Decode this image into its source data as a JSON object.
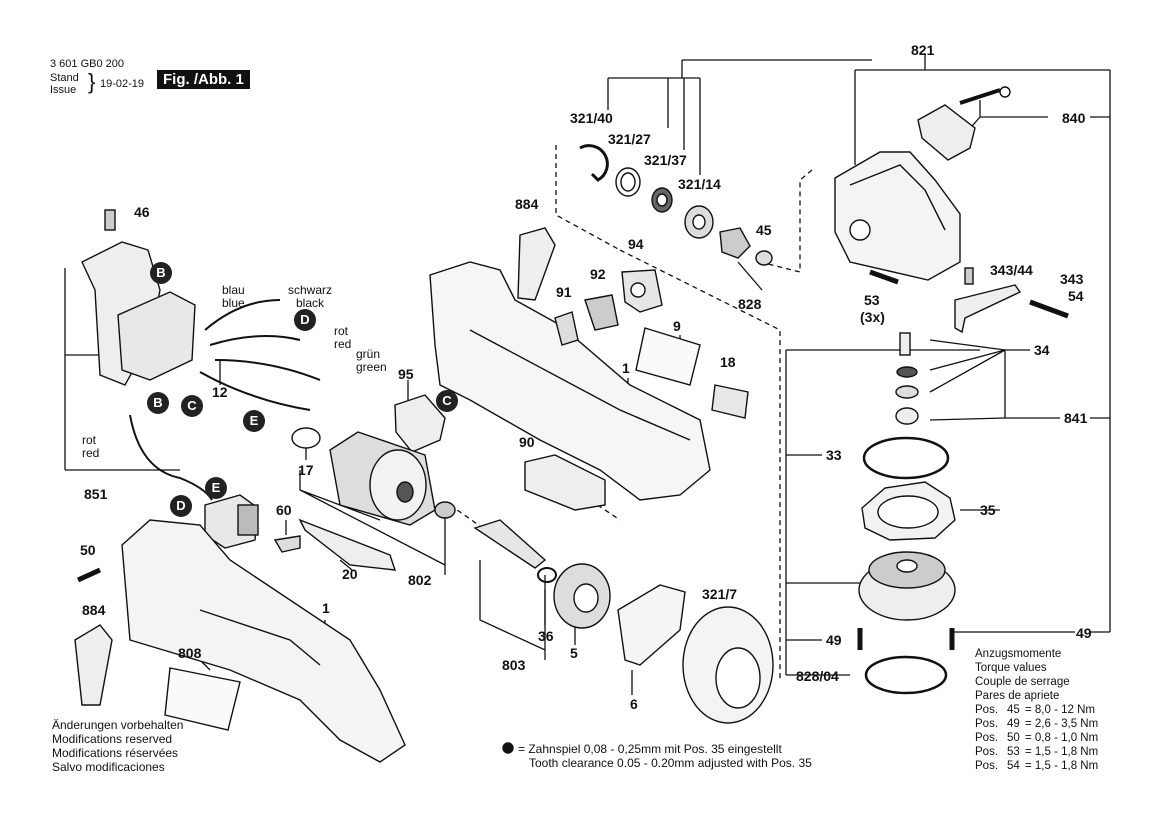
{
  "header": {
    "doc_number": "3 601 GB0 200",
    "stand_label": "Stand",
    "issue_label": "Issue",
    "date": "19-02-19",
    "figure_badge": "Fig. /Abb. 1"
  },
  "part_numbers": {
    "p821": "821",
    "p840": "840",
    "p321_40": "321/40",
    "p321_27": "321/27",
    "p321_37": "321/37",
    "p321_14": "321/14",
    "p884a": "884",
    "p45": "45",
    "p94": "94",
    "p92": "92",
    "p91": "91",
    "p828": "828",
    "p343_44": "343/44",
    "p343": "343",
    "p53": "53",
    "p53_qty": "(3x)",
    "p54": "54",
    "p9": "9",
    "p18": "18",
    "p34": "34",
    "p1a": "1",
    "p95": "95",
    "p841": "841",
    "p33": "33",
    "p35": "35",
    "p90": "90",
    "p46": "46",
    "p12": "12",
    "p17": "17",
    "p851": "851",
    "p802": "802",
    "p60": "60",
    "p50": "50",
    "p20": "20",
    "p884b": "884",
    "p1b": "1",
    "p808": "808",
    "p36": "36",
    "p5": "5",
    "p803": "803",
    "p321_7": "321/7",
    "p6": "6",
    "p49a": "49",
    "p49b": "49",
    "p828_04": "828/04"
  },
  "wire_labels": {
    "blau": "blau",
    "blue": "blue",
    "schwarz": "schwarz",
    "black": "black",
    "rot1": "rot",
    "red1": "red",
    "gruen": "grün",
    "green": "green",
    "rot2": "rot",
    "red2": "red"
  },
  "connectors": {
    "B": "B",
    "C": "C",
    "D": "D",
    "E": "E"
  },
  "torque": {
    "title_de": "Anzugsmomente",
    "title_en": "Torque values",
    "title_fr": "Couple de serrage",
    "title_es": "Pares de apriete",
    "rows": [
      {
        "pos": "Pos.",
        "num": "45",
        "eq": "= 8,0 - 12  Nm"
      },
      {
        "pos": "Pos.",
        "num": "49",
        "eq": "= 2,6 - 3,5 Nm"
      },
      {
        "pos": "Pos.",
        "num": "50",
        "eq": "= 0,8 - 1,0 Nm"
      },
      {
        "pos": "Pos.",
        "num": "53",
        "eq": "= 1,5 - 1,8 Nm"
      },
      {
        "pos": "Pos.",
        "num": "54",
        "eq": "= 1,5 - 1,8 Nm"
      }
    ]
  },
  "notes": {
    "line1": "Änderungen vorbehalten",
    "line2": "Modifications reserved",
    "line3": "Modifications réservées",
    "line4": "Salvo modificaciones"
  },
  "clearance": {
    "line1": "= Zahnspiel 0,08 - 0,25mm mit Pos. 35 eingestellt",
    "line2": "Tooth clearance 0.05 - 0.20mm adjusted with Pos. 35"
  }
}
